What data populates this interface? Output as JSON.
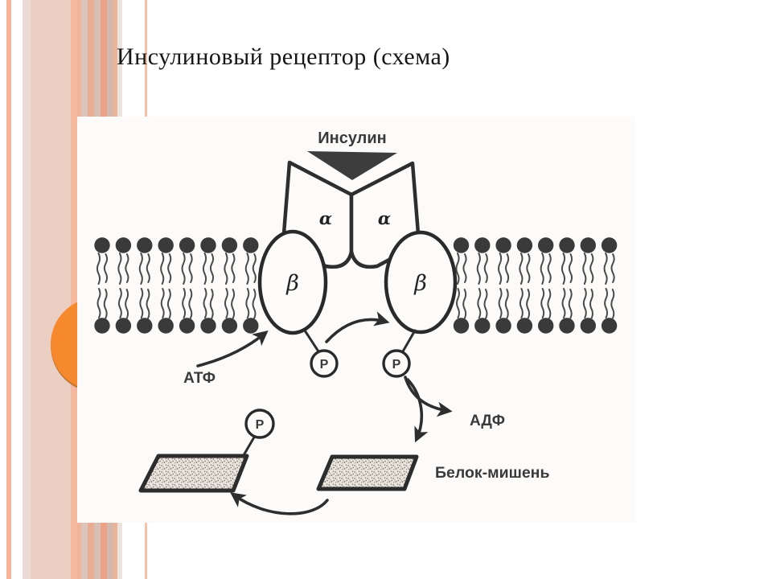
{
  "slide": {
    "title": "Инсулиновый рецептор (схема)"
  },
  "diagram": {
    "insulin_label": "Инсулин",
    "alpha_left_label": "α",
    "alpha_right_label": "α",
    "beta_left_label": "β",
    "beta_right_label": "β",
    "atp_label": "АТФ",
    "adp_label": "АДФ",
    "target_protein_label": "Белок-мишень",
    "phosphate_left_label": "P",
    "phosphate_right_label": "P",
    "phosphate_target_label": "P"
  },
  "colors": {
    "accent_orange": "#f6882e",
    "stripe_salmon": "#f4b89f",
    "atp_red": "#c6413a",
    "ink": "#2e2e2e"
  }
}
